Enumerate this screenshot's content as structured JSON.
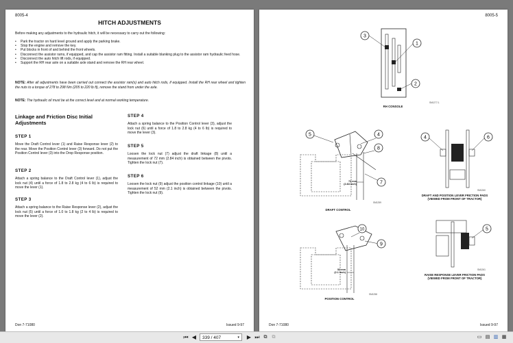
{
  "left_page": {
    "page_number": "8005-4",
    "title": "HITCH ADJUSTMENTS",
    "intro": "Before making any adjustments to the hydraulic hitch, it will be necessary to carry out the following:",
    "bullets": [
      "Park the tractor on hard level ground and apply the parking brake.",
      "Stop the engine and remove the key.",
      "Put blocks in front of and behind the front wheels.",
      "Disconnect the assistor rams, if equipped, and cap the assistor ram fitting. Install a suitable blanking plug to the assistor ram hydraulic feed hose.",
      "Disconnect the auto hitch lift rods, if equipped.",
      "Support the RH rear axle on a suitable axle stand and remove the RH rear wheel."
    ],
    "note1_label": "NOTE:",
    "note1_text": "After all adjustments have been carried out connect the assistor ram(s) and auto hitch rods, if equipped. Install the RH rear wheel and tighten the nuts to a torque of 278 to 298 Nm (205 to 220 lb ft), remove the stand from under the axle.",
    "note2_label": "NOTE:",
    "note2_text": "The hydraulic oil must be at the correct level and at normal working temperature.",
    "section_heading": "Linkage and Friction Disc Initial Adjustments",
    "steps_left": [
      {
        "label": "STEP 1",
        "text": "Move the Draft Control lever (1) and Raise Response lever (2) to the rear. Move the Position Control lever (3) forward. Do not put the Position Control lever (3) into the Drop Response position."
      },
      {
        "label": "STEP 2",
        "text": "Attach a spring balance to the Draft Control lever (1), adjust the lock nut (4) until a force of 1.8 to 2.8 kg (4 to 6 lb) is required to move the lever (1)."
      },
      {
        "label": "STEP 3",
        "text": "Attach a spring balance to the Raise Response lever (2), adjust the lock nut (5) until a force of 1.0 to 1.8 kg (2 to 4 lb) is required to move the lever (2)."
      }
    ],
    "steps_right": [
      {
        "label": "STEP 4",
        "text": "Attach a spring balance to the Position Control lever (3), adjust the lock nut (6) until a force of 1.8 to 2.8 kg (4 to 6 lb) is required to move the lever (3)."
      },
      {
        "label": "STEP 5",
        "text": "Loosen the lock nut (7) adjust the draft linkage (8) until a measurement of 72 mm (2.84 inch) is obtained between the pivots. Tighten the lock nut (7)."
      },
      {
        "label": "STEP 6",
        "text": "Loosen the lock nut (9) adjust the position control linkage (10) until a measurement of 52 mm (2.1 inch) is obtained between the pivots. Tighten the lock nut (9)."
      }
    ],
    "footer_left": "Don 7-71080",
    "footer_right": "Issued 9-97"
  },
  "right_page": {
    "page_number": "8005-5",
    "figures": {
      "rh_console": {
        "caption": "RH CONSOLE",
        "code": "SM1277-1",
        "callouts": [
          "3",
          "1",
          "2"
        ]
      },
      "draft_control": {
        "caption": "DRAFT CONTROL",
        "code": "SM1259",
        "measure": "72 mm",
        "measure_sub": "(2.84 inch)",
        "callouts": [
          "5",
          "4",
          "8",
          "7"
        ]
      },
      "friction_pads_1": {
        "caption": "DRAFT AND POSITION LEVER FRICTION PADS",
        "caption2": "(VIEWED FROM FRONT OF TRACTOR)",
        "code": "SM1260",
        "callouts": [
          "4",
          "6"
        ]
      },
      "position_control": {
        "caption": "POSITION CONTROL",
        "code": "SM1258",
        "measure": "52 mm",
        "measure_sub": "(2.1 inch)",
        "callouts": [
          "10",
          "9"
        ]
      },
      "friction_pads_2": {
        "caption": "RAISE RESPONSE LEVER FRICTION PADS",
        "caption2": "(VIEWED FROM FRONT OF TRACTOR)",
        "code": "SM1261",
        "callouts": [
          "5"
        ]
      }
    },
    "footer_left": "Don 7-71080",
    "footer_right": "Issued 9-97"
  },
  "toolbar": {
    "first_icon": "first-page-icon",
    "prev_icon": "previous-page-icon",
    "page_field": "339 / 407",
    "next_icon": "next-page-icon",
    "last_icon": "last-page-icon"
  }
}
